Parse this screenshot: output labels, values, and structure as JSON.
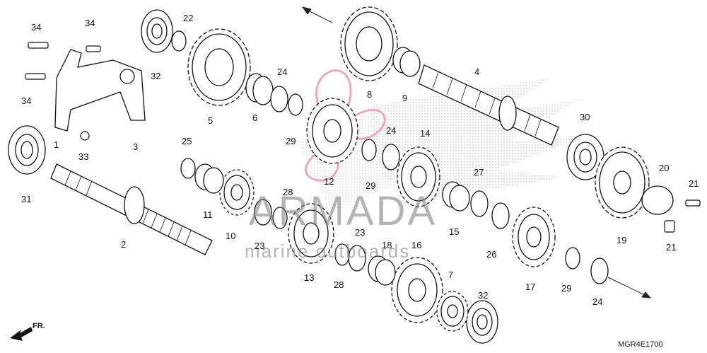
{
  "watermark": {
    "brand": "ARMADA",
    "tagline": "marine outboards"
  },
  "diagram_code": "MGR4E1700",
  "direction_label": "FR.",
  "callouts": [
    {
      "id": "c34a",
      "text": "34"
    },
    {
      "id": "c34b",
      "text": "34"
    },
    {
      "id": "c34c",
      "text": "34"
    },
    {
      "id": "c22",
      "text": "22"
    },
    {
      "id": "c32a",
      "text": "32"
    },
    {
      "id": "c5",
      "text": "5"
    },
    {
      "id": "c24a",
      "text": "24"
    },
    {
      "id": "c6",
      "text": "6"
    },
    {
      "id": "c29a",
      "text": "29"
    },
    {
      "id": "c8",
      "text": "8"
    },
    {
      "id": "c9",
      "text": "9"
    },
    {
      "id": "c4",
      "text": "4"
    },
    {
      "id": "c1",
      "text": "1"
    },
    {
      "id": "c3",
      "text": "3"
    },
    {
      "id": "c33",
      "text": "33"
    },
    {
      "id": "c31",
      "text": "31"
    },
    {
      "id": "c2",
      "text": "2"
    },
    {
      "id": "c25",
      "text": "25"
    },
    {
      "id": "c11",
      "text": "11"
    },
    {
      "id": "c10",
      "text": "10"
    },
    {
      "id": "c23a",
      "text": "23"
    },
    {
      "id": "c28a",
      "text": "28"
    },
    {
      "id": "c12",
      "text": "12"
    },
    {
      "id": "c24b",
      "text": "24"
    },
    {
      "id": "c29b",
      "text": "29"
    },
    {
      "id": "c14",
      "text": "14"
    },
    {
      "id": "c30",
      "text": "30"
    },
    {
      "id": "c27",
      "text": "27"
    },
    {
      "id": "c15",
      "text": "15"
    },
    {
      "id": "c20",
      "text": "20"
    },
    {
      "id": "c21a",
      "text": "21"
    },
    {
      "id": "c21b",
      "text": "21"
    },
    {
      "id": "c19",
      "text": "19"
    },
    {
      "id": "c26",
      "text": "26"
    },
    {
      "id": "c17",
      "text": "17"
    },
    {
      "id": "c13",
      "text": "13"
    },
    {
      "id": "c23b",
      "text": "23"
    },
    {
      "id": "c18",
      "text": "18"
    },
    {
      "id": "c16",
      "text": "16"
    },
    {
      "id": "c28b",
      "text": "28"
    },
    {
      "id": "c7",
      "text": "7"
    },
    {
      "id": "c32b",
      "text": "32"
    },
    {
      "id": "c29c",
      "text": "29"
    },
    {
      "id": "c24c",
      "text": "24"
    }
  ]
}
